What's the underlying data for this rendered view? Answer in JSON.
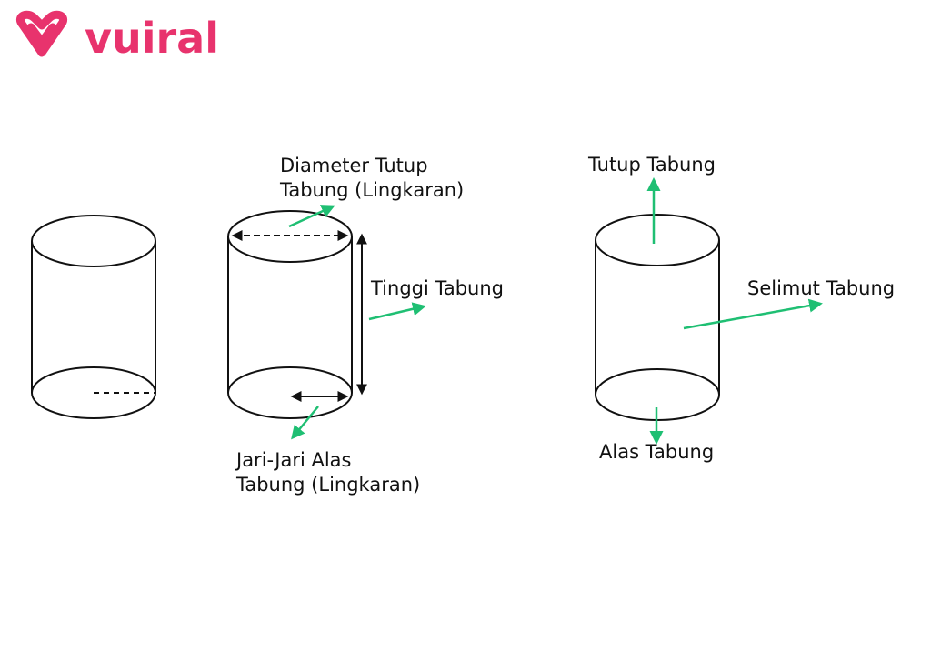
{
  "brand": {
    "name": "vuiral",
    "color": "#e8336d",
    "icon": "heart-v-logo-icon"
  },
  "colors": {
    "arrow": "#1fbf73",
    "outline": "#111111"
  },
  "diagrams": {
    "middle": {
      "diameter_label_line1": "Diameter Tutup",
      "diameter_label_line2": "Tabung (Lingkaran)",
      "height_label": "Tinggi Tabung",
      "radius_label_line1": "Jari-Jari Alas",
      "radius_label_line2": "Tabung (Lingkaran)"
    },
    "right": {
      "top_label": "Tutup Tabung",
      "side_label": "Selimut Tabung",
      "base_label": "Alas Tabung"
    }
  }
}
